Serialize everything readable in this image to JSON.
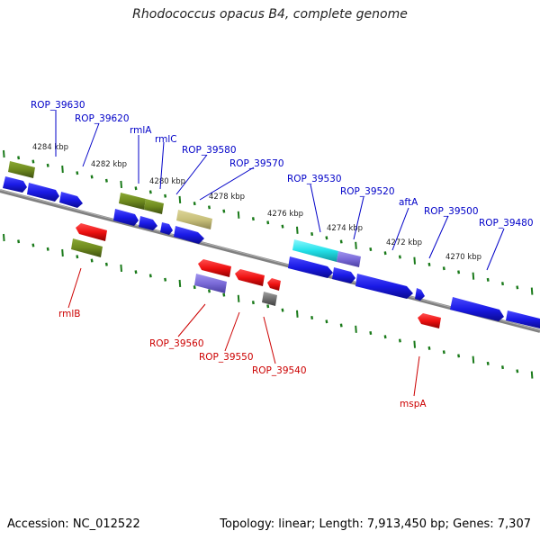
{
  "title": "Rhodococcus opacus B4, complete genome",
  "footer": {
    "accession": "Accession: NC_012522",
    "stats": "Topology: linear; Length: 7,913,450 bp; Genes: 7,307"
  },
  "colors": {
    "plus_gene": "#1a1ae6",
    "minus_gene": "#ee1111",
    "rml_gene": "#6e8a1e",
    "tan_gene": "#c8c07a",
    "cyan_gene": "#22e0e8",
    "lavender_gene": "#7a6ad8",
    "gray_gene": "#707070",
    "axis": "#808080",
    "tick": "#1a7a1a",
    "plus_label": "#0000c8",
    "minus_label": "#cc0000"
  },
  "kbp_marks": [
    "4284 kbp",
    "4282 kbp",
    "4280 kbp",
    "4278 kbp",
    "4276 kbp",
    "4274 kbp",
    "4272 kbp",
    "4270 kbp"
  ],
  "plus_labels": [
    "ROP_39630",
    "ROP_39620",
    "rmlA",
    "rmlC",
    "ROP_39580",
    "ROP_39570",
    "ROP_39530",
    "ROP_39520",
    "aftA",
    "ROP_39500",
    "ROP_39480"
  ],
  "minus_labels": [
    "rmlB",
    "ROP_39560",
    "ROP_39550",
    "ROP_39540",
    "mspA"
  ]
}
